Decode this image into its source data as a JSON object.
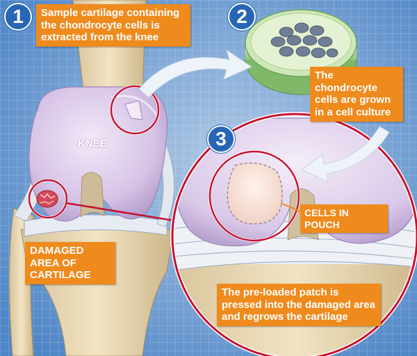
{
  "steps": {
    "one": "1",
    "two": "2",
    "three": "3"
  },
  "callouts": {
    "step1": "Sample cartilage containing the chondrocyte cells is extracted from the knee",
    "step2": "The chondrocyte cells are grown in a cell culture",
    "step3": "The pre-loaded patch is pressed into the damaged area and regrows the cartilage",
    "damaged": "DAMAGED AREA OF CARTILAGE",
    "pouch": "CELLS IN POUCH"
  },
  "labels": {
    "knee": "KNEE"
  },
  "colors": {
    "callout": "#ef8a1d",
    "step_badge": "#2766b5",
    "highlight_ring": "#c4122f",
    "background_grid": "#5b8fc9",
    "femur": "#dccdea",
    "culture_dish": "#b9dd9a",
    "cells": "#6f7f95"
  }
}
